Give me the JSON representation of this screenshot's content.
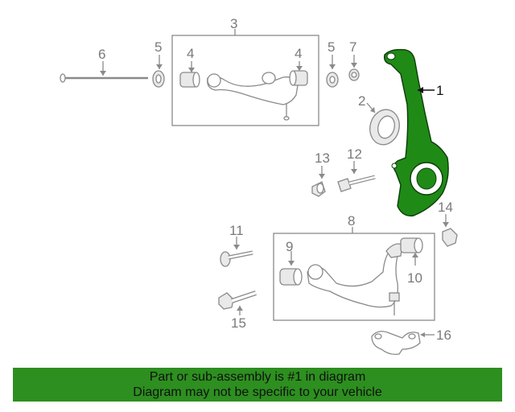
{
  "callouts": {
    "c1": "1",
    "c2": "2",
    "c3": "3",
    "c4a": "4",
    "c4b": "4",
    "c5a": "5",
    "c5b": "5",
    "c6": "6",
    "c7": "7",
    "c8": "8",
    "c9": "9",
    "c10": "10",
    "c11": "11",
    "c12": "12",
    "c13": "13",
    "c14": "14",
    "c15": "15",
    "c16": "16"
  },
  "banner": {
    "line1": "Part or sub-assembly is #1 in diagram",
    "line2": "Diagram may not be specific to your vehicle"
  },
  "colors": {
    "highlight": "#1f8a16",
    "banner": "#2d8f1f",
    "line": "#8a8a8a"
  }
}
